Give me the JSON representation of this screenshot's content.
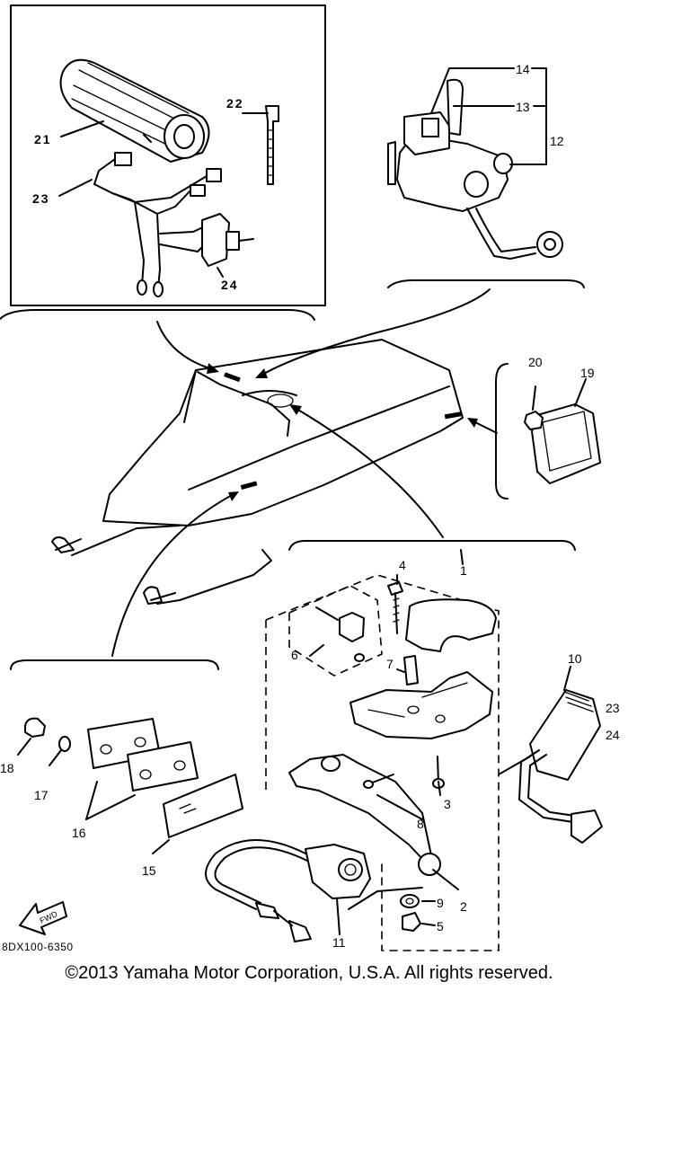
{
  "callouts": {
    "c1": "1",
    "c2": "2",
    "c3": "3",
    "c4": "4",
    "c5": "5",
    "c6": "6",
    "c7": "7",
    "c8": "8",
    "c9": "9",
    "c10": "10",
    "c11": "11",
    "c12": "12",
    "c13": "13",
    "c14": "14",
    "c15": "15",
    "c16": "16",
    "c17": "17",
    "c18": "18",
    "c19": "19",
    "c20": "20",
    "c21": "21",
    "c22": "22",
    "c23": "23",
    "c24": "24",
    "c23b": "23",
    "c24b": "24"
  },
  "fwd_label": "FWD",
  "code_label": "8DX100-6350",
  "copyright": "©2013 Yamaha Motor Corporation, U.S.A. All rights reserved.",
  "colors": {
    "ink": "#000000",
    "paper": "#ffffff"
  }
}
